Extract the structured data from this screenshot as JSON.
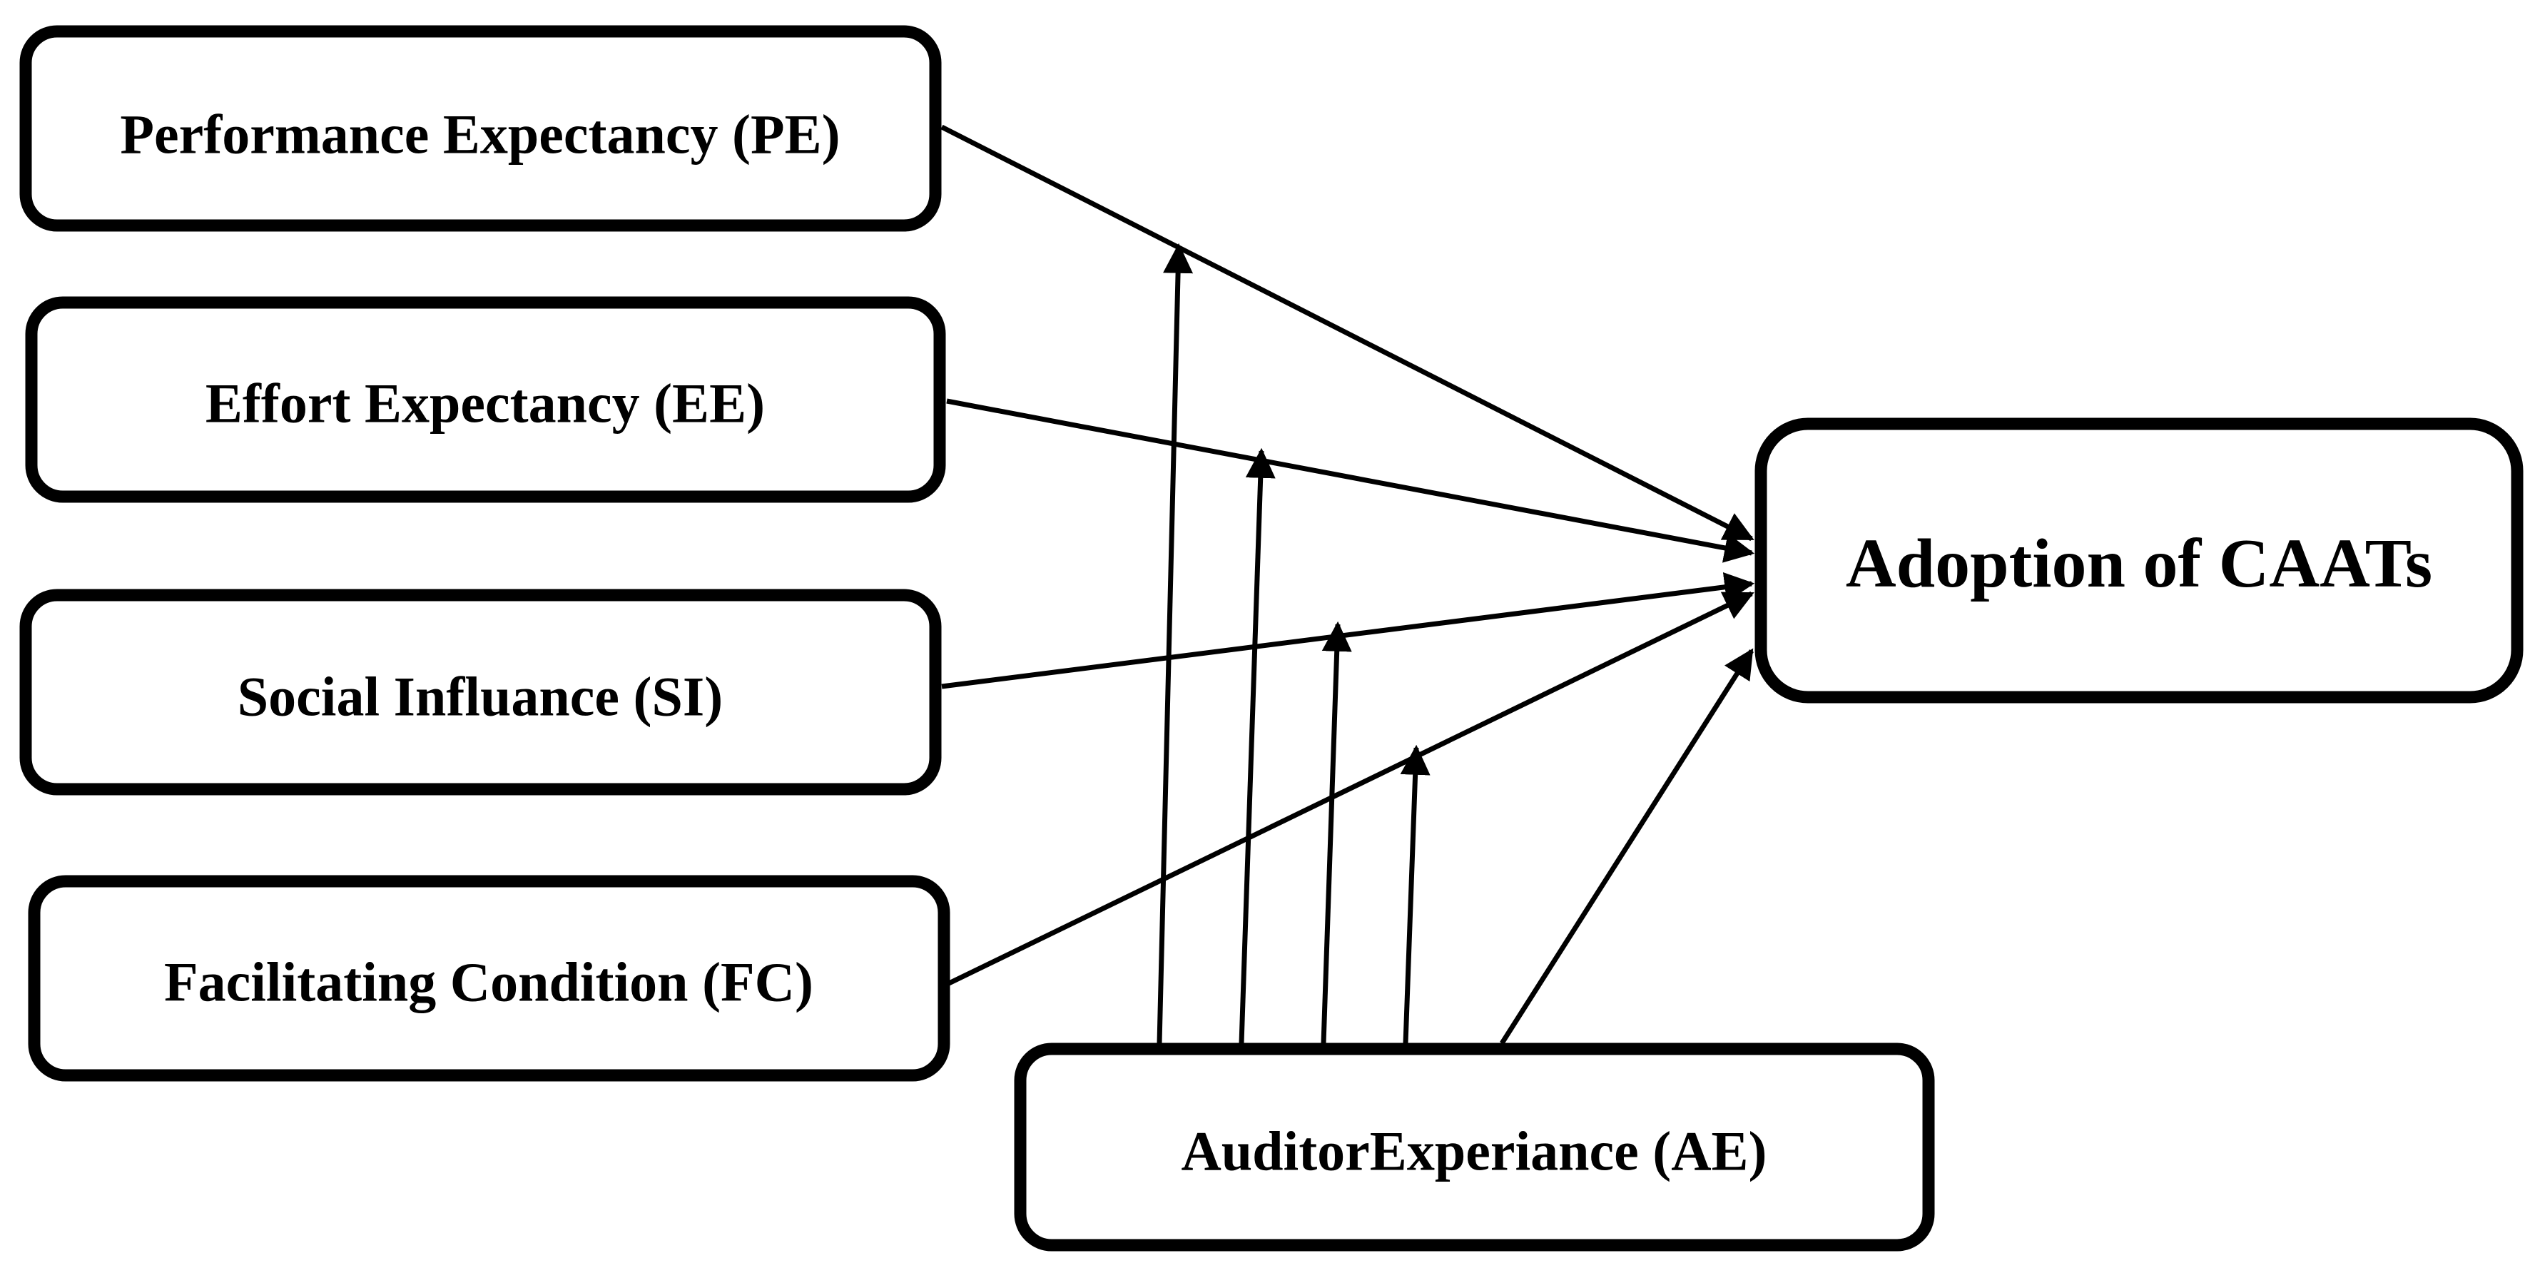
{
  "diagram": {
    "nodes": {
      "pe": "Performance Expectancy (PE)",
      "ee": "Effort Expectancy (EE)",
      "si": "Social Influance (SI)",
      "fc": "Facilitating Condition (FC)",
      "ae": "AuditorExperiance (AE)",
      "adoption": "Adoption of CAATs"
    },
    "edges": [
      {
        "from": "pe",
        "to": "adoption"
      },
      {
        "from": "ee",
        "to": "adoption"
      },
      {
        "from": "si",
        "to": "adoption"
      },
      {
        "from": "fc",
        "to": "adoption"
      },
      {
        "from": "ae",
        "to": "adoption"
      },
      {
        "from": "ae",
        "to": "pe-adoption"
      },
      {
        "from": "ae",
        "to": "ee-adoption"
      },
      {
        "from": "ae",
        "to": "si-adoption"
      },
      {
        "from": "ae",
        "to": "fc-adoption"
      }
    ]
  }
}
